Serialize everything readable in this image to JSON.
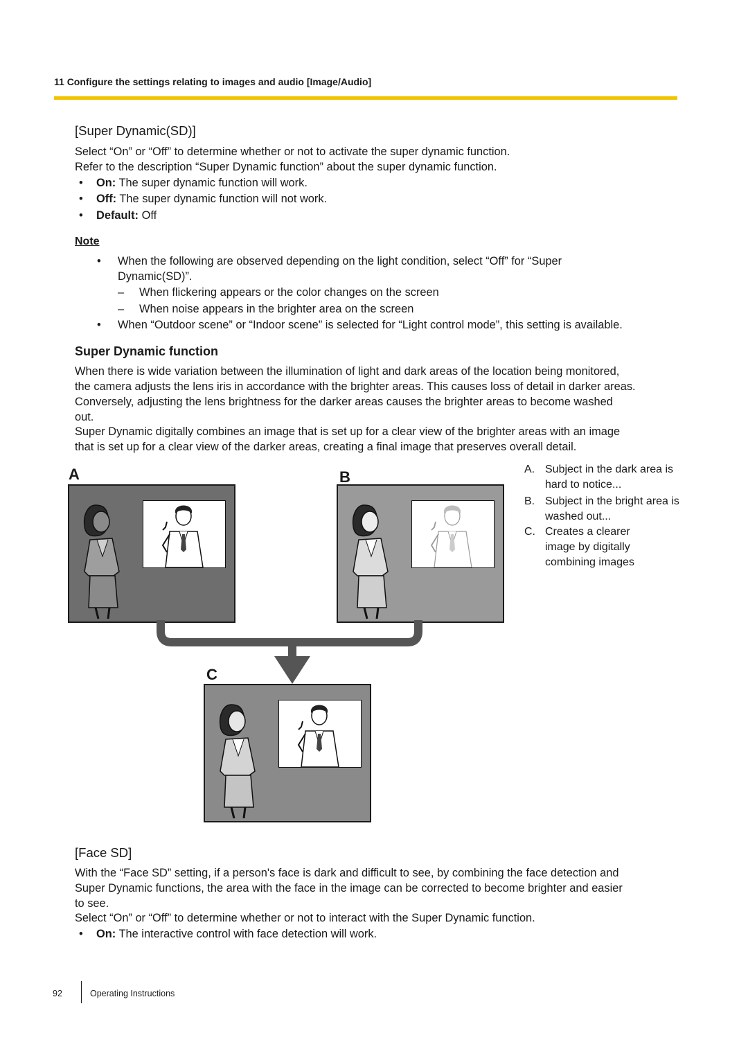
{
  "header": {
    "chapter": "11 Configure the settings relating to images and audio [Image/Audio]"
  },
  "super_dynamic_sd": {
    "heading": "[Super Dynamic(SD)]",
    "line1": "Select “On” or “Off” to determine whether or not to activate the super dynamic function.",
    "line2": "Refer to the description “Super Dynamic function” about the super dynamic function.",
    "on_label": "On:",
    "on_text": "The super dynamic function will work.",
    "off_label": "Off:",
    "off_text": "The super dynamic function will not work.",
    "default_label": "Default:",
    "default_text": "Off",
    "note_label": "Note",
    "note1_line1": "When the following are observed depending on the light condition, select “Off” for “Super",
    "note1_line2": "Dynamic(SD)”.",
    "dash1": "When flickering appears or the color changes on the screen",
    "dash2": "When noise appears in the brighter area on the screen",
    "note2": "When “Outdoor scene” or “Indoor scene” is selected for “Light control mode”, this setting is available."
  },
  "super_dynamic_function": {
    "heading": "Super Dynamic function",
    "p1": [
      "When there is wide variation between the illumination of light and dark areas of the location being monitored,",
      "the camera adjusts the lens iris in accordance with the brighter areas. This causes loss of detail in darker areas.",
      "Conversely, adjusting the lens brightness for the darker areas causes the brighter areas to become washed",
      "out."
    ],
    "p2": [
      "Super Dynamic digitally combines an image that is set up for a clear view of the brighter areas with an image",
      "that is set up for a clear view of the darker areas, creating a final image that preserves overall detail."
    ]
  },
  "figure": {
    "label_a": "A",
    "label_b": "B",
    "label_c": "C",
    "legend": [
      {
        "key": "A.",
        "text": "Subject in the dark area is hard to notice..."
      },
      {
        "key": "B.",
        "text": "Subject in the bright area is washed out..."
      },
      {
        "key": "C.",
        "text": "Creates a clearer image by digitally combining images"
      }
    ],
    "colors": {
      "panel_a": "#6e6e6e",
      "panel_b": "#9a9a9a",
      "panel_c": "#8a8a8a",
      "arrow": "#555555"
    }
  },
  "face_sd": {
    "heading": "[Face SD]",
    "p1": [
      "With the “Face SD” setting, if a person's face is dark and difficult to see, by combining the face detection and",
      "Super Dynamic functions, the area with the face in the image can be corrected to become brighter and easier",
      "to see."
    ],
    "line2": "Select “On” or “Off” to determine whether or not to interact with the Super Dynamic function.",
    "on_label": "On:",
    "on_text": "The interactive control with face detection will work."
  },
  "footer": {
    "page_number": "92",
    "doc_title": "Operating Instructions"
  }
}
